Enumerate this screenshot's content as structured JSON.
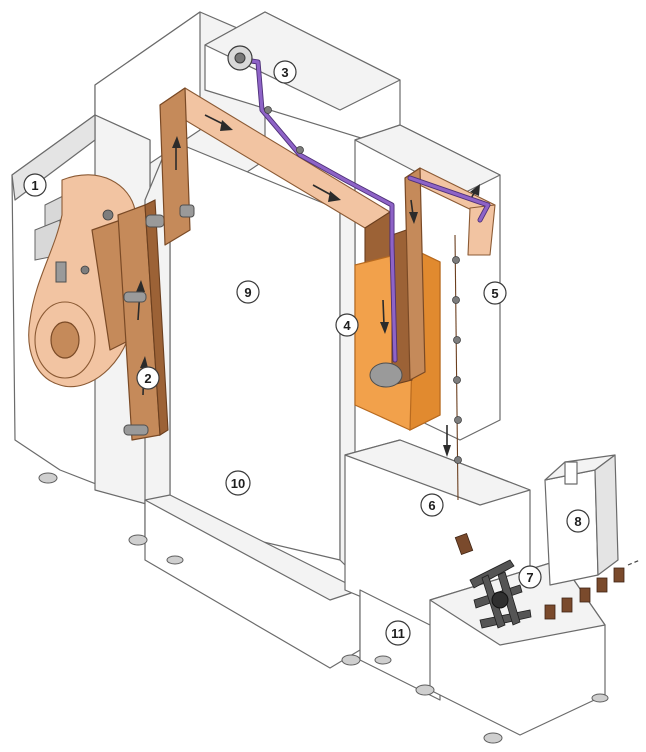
{
  "labels": [
    {
      "id": "1",
      "text": "1"
    },
    {
      "id": "2",
      "text": "2"
    },
    {
      "id": "3",
      "text": "3"
    },
    {
      "id": "4",
      "text": "4"
    },
    {
      "id": "5",
      "text": "5"
    },
    {
      "id": "6",
      "text": "6"
    },
    {
      "id": "7",
      "text": "7"
    },
    {
      "id": "8",
      "text": "8"
    },
    {
      "id": "9",
      "text": "9"
    },
    {
      "id": "10",
      "text": "10"
    },
    {
      "id": "11",
      "text": "11"
    }
  ],
  "colors": {
    "strip_copper": "#c58a5a",
    "strip_copper_light": "#f2c4a2",
    "wire_purple": "#8e63c7",
    "tank_orange": "#f2a14b",
    "housing_grey": "#f3f3f3"
  }
}
